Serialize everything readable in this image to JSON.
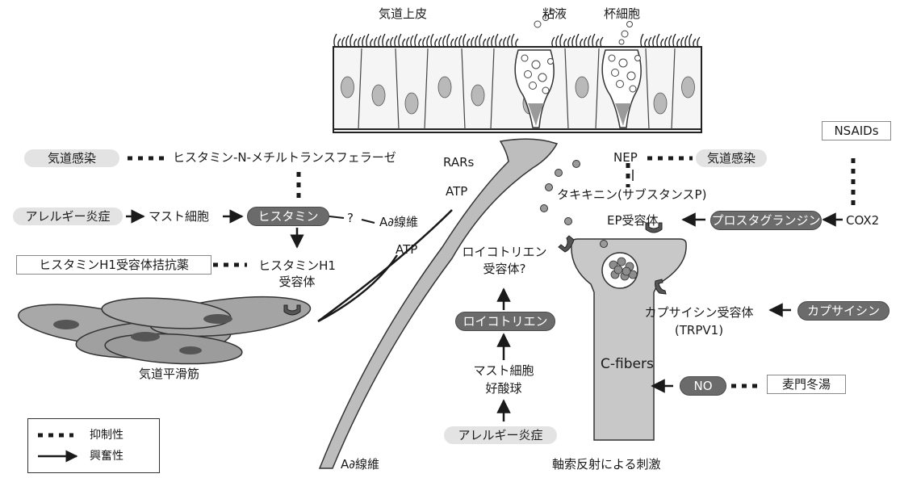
{
  "colors": {
    "ink": "#1a1a1a",
    "dark_pill": "#6b6b6b",
    "light_pill": "#e3e3e3",
    "cell_fill": "#f5f5f5",
    "nucleus": "#b9b9b9"
  },
  "labels": {
    "epithelium": "気道上皮",
    "mucus": "粘液",
    "goblet_cell": "杯細胞",
    "airway_infection_left": "気道感染",
    "hnmt": "ヒスタミン-N-メチルトランスフェラーゼ",
    "allergy_left": "アレルギー炎症",
    "mast_cell": "マスト細胞",
    "histamine": "ヒスタミン",
    "question": "?",
    "adelta_fiber": "A∂線維",
    "atp_mid": "ATP",
    "h1_antagonist": "ヒスタミンH1受容体拮抗薬",
    "h1_receptor_l1": "ヒスタミンH1",
    "h1_receptor_l2": "受容体",
    "smooth_muscle": "気道平滑筋",
    "rars": "RARs",
    "atp_top": "ATP",
    "adelta_fiber_bottom": "A∂線維",
    "nep": "NEP",
    "airway_infection_right": "気道感染",
    "nsaids": "NSAIDs",
    "tachykinin": "タキキニン(サブスタンスP)",
    "ep_receptor": "EP受容体",
    "prostaglandin": "プロスタグランジン",
    "cox2": "COX2",
    "lt_receptor_l1": "ロイコトリエン",
    "lt_receptor_l2": "受容体?",
    "leukotriene": "ロイコトリエン",
    "mast_eos_l1": "マスト細胞",
    "mast_eos_l2": "好酸球",
    "allergy_bottom": "アレルギー炎症",
    "capsaicin_receptor_l1": "カプサイシン受容体",
    "capsaicin_receptor_l2": "(TRPV1)",
    "capsaicin": "カプサイシン",
    "cfibers": "C-fibers",
    "no": "NO",
    "bakumondoto": "麦門冬湯",
    "axon_reflex": "軸索反射による刺激"
  },
  "legend": {
    "inhibitory": "抑制性",
    "excitatory": "興奮性"
  }
}
